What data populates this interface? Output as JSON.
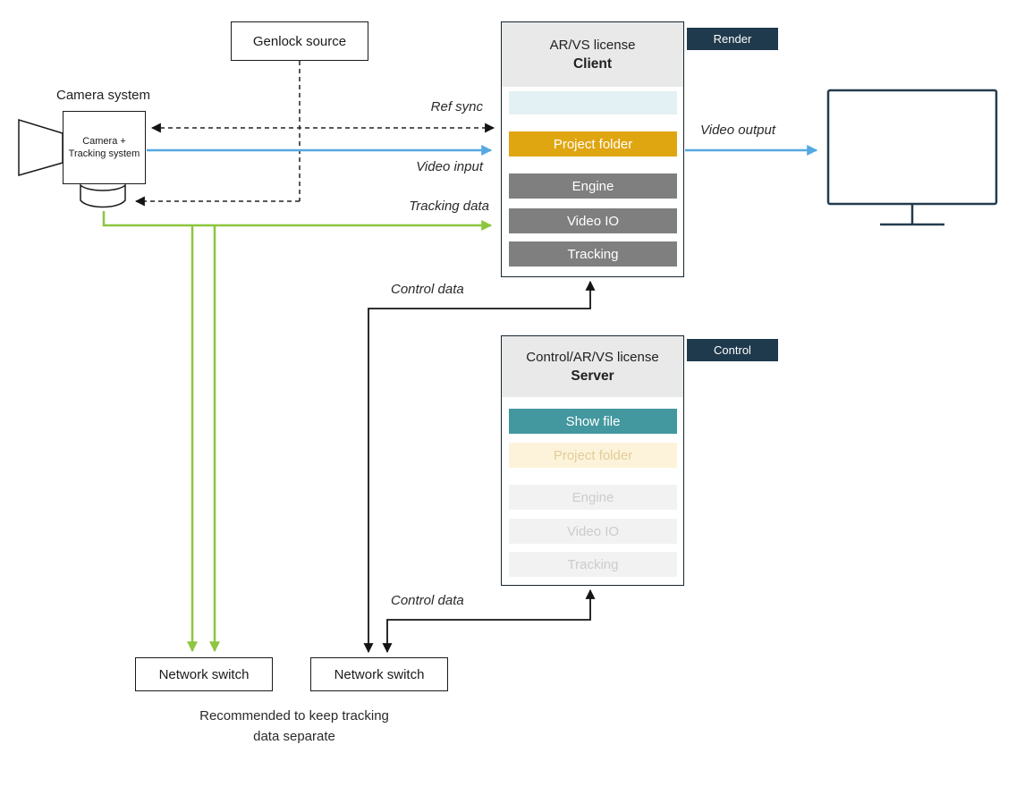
{
  "diagram": {
    "camera": {
      "title": "Camera system",
      "box_label": "Camera + Tracking system"
    },
    "genlock": {
      "label": "Genlock source"
    },
    "client": {
      "license": "AR/VS license",
      "role": "Client",
      "badge": "Render",
      "rows": [
        {
          "label": ""
        },
        {
          "label": "Project folder"
        },
        {
          "label": "Engine"
        },
        {
          "label": "Video IO"
        },
        {
          "label": "Tracking"
        }
      ]
    },
    "server": {
      "license": "Control/AR/VS license",
      "role": "Server",
      "badge": "Control",
      "rows": [
        {
          "label": "Show file"
        },
        {
          "label": "Project folder"
        },
        {
          "label": "Engine"
        },
        {
          "label": "Video IO"
        },
        {
          "label": "Tracking"
        }
      ]
    },
    "connections": {
      "ref_sync": "Ref sync",
      "video_input": "Video input",
      "tracking_data": "Tracking data",
      "video_output": "Video output",
      "control_data_client": "Control data",
      "control_data_server": "Control data"
    },
    "network_switch_left": {
      "label": "Network switch"
    },
    "network_switch_right": {
      "label": "Network switch"
    },
    "note": "Recommended to keep tracking data separate",
    "colors": {
      "video_line": "#55a8e2",
      "tracking_line": "#8dc63f",
      "badge_bg": "#1f3a4d",
      "project_folder": "#e0a612",
      "show_file": "#43979e",
      "module_gray": "#7f7f7f"
    }
  }
}
